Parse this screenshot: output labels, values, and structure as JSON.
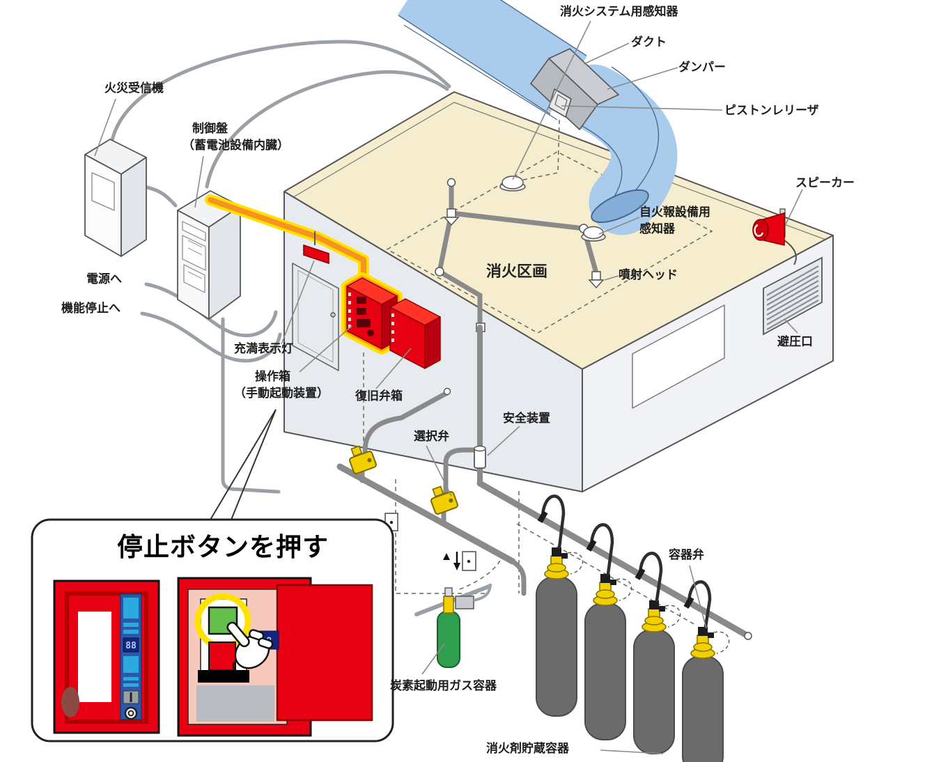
{
  "labels": {
    "fire_system_detector": "消火システム用感知器",
    "duct": "ダクト",
    "damper": "ダンパー",
    "piston_releaser": "ピストンレリーザ",
    "fire_receiver": "火災受信機",
    "control_panel_line1": "制御盤",
    "control_panel_line2": "（蓄電池設備内臓）",
    "speaker": "スピーカー",
    "auto_fire_alarm_detector_line1": "自火報設備用",
    "auto_fire_alarm_detector_line2": "感知器",
    "fire_zone": "消火区画",
    "spray_head": "噴射ヘッド",
    "to_power": "電源へ",
    "to_function_stop": "機能停止へ",
    "full_indicator_lamp": "充満表示灯",
    "operation_box_line1": "操作箱",
    "operation_box_line2": "（手動起動装置）",
    "recovery_valve_box": "復旧弁箱",
    "pressure_relief_port": "避圧口",
    "safety_device": "安全装置",
    "selector_valve": "選択弁",
    "container_valve": "容器弁",
    "starter_gas_container": "炭素起動用ガス容器",
    "agent_storage_container": "消火剤貯蔵容器"
  },
  "callout": {
    "title": "停止ボタンを押す",
    "display_digits": "88"
  },
  "colors": {
    "red": "#e60012",
    "duct_blue": "#a9cbec",
    "ceiling_cream": "#f6ecce",
    "valve_yellow": "#f2cf00",
    "cable_orange": "#f7941d",
    "glow_yellow": "#ffe100",
    "cylinder_gray": "#6b6b6b",
    "starter_green": "#2f9e4f",
    "pipe_gray": "#8a8a8a",
    "button_green": "#63bf4a",
    "panel_pink": "#f6c9bc",
    "control_blue": "#2b59a8"
  }
}
